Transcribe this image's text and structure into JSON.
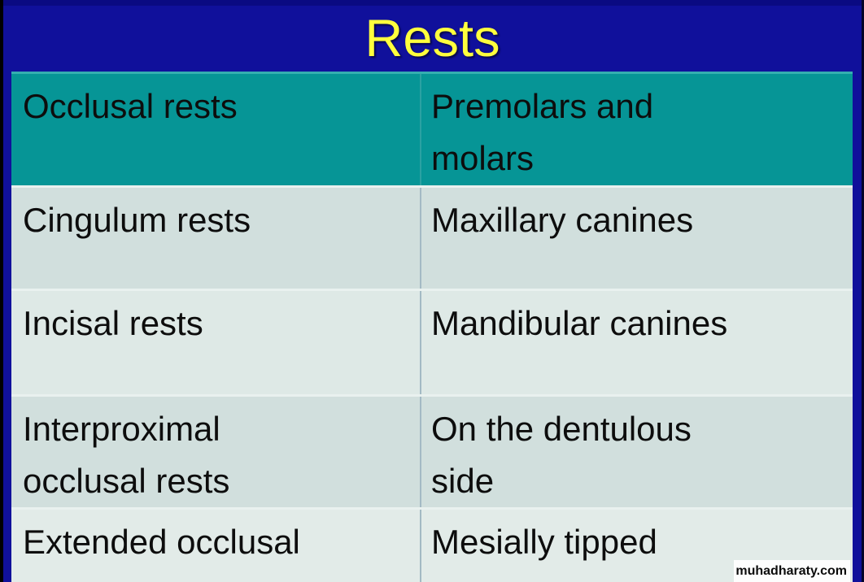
{
  "slide": {
    "title": "Rests",
    "watermark": "muhadharaty.com",
    "colors": {
      "background": "#10109B",
      "title_text": "#FFFF3D",
      "header_row_bg": "#069596",
      "row_alt_dark": "#D1DFDD",
      "row_alt_light": "#DEE9E6",
      "cell_text": "#0D0D0D",
      "table_top_border": "#35AEB0",
      "watermark_bg": "#FDFDFD",
      "watermark_text": "#0B0B0B"
    }
  },
  "table": {
    "rows": [
      {
        "term": "Occlusal rests",
        "definition": "Premolars and molars"
      },
      {
        "term": "Cingulum rests",
        "definition": "Maxillary canines"
      },
      {
        "term": "Incisal rests",
        "definition": "Mandibular canines"
      },
      {
        "term": "Interproximal occlusal rests",
        "definition": "On the dentulous side"
      },
      {
        "term": "Extended occlusal",
        "definition": "Mesially tipped"
      }
    ]
  }
}
